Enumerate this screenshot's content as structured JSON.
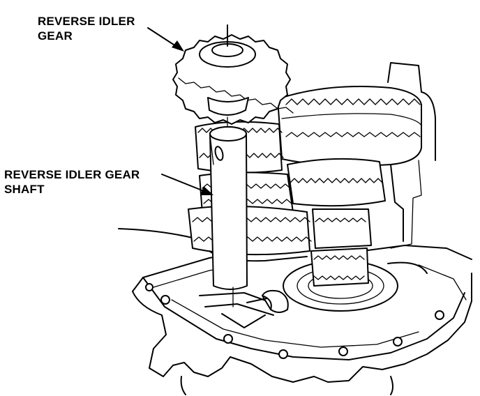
{
  "labels": {
    "gear": {
      "line1": "REVERSE IDLER",
      "line2": "GEAR"
    },
    "shaft": {
      "line1": "REVERSE IDLER GEAR",
      "line2": "SHAFT"
    }
  },
  "colors": {
    "ink": "#000000",
    "paper": "#ffffff"
  }
}
